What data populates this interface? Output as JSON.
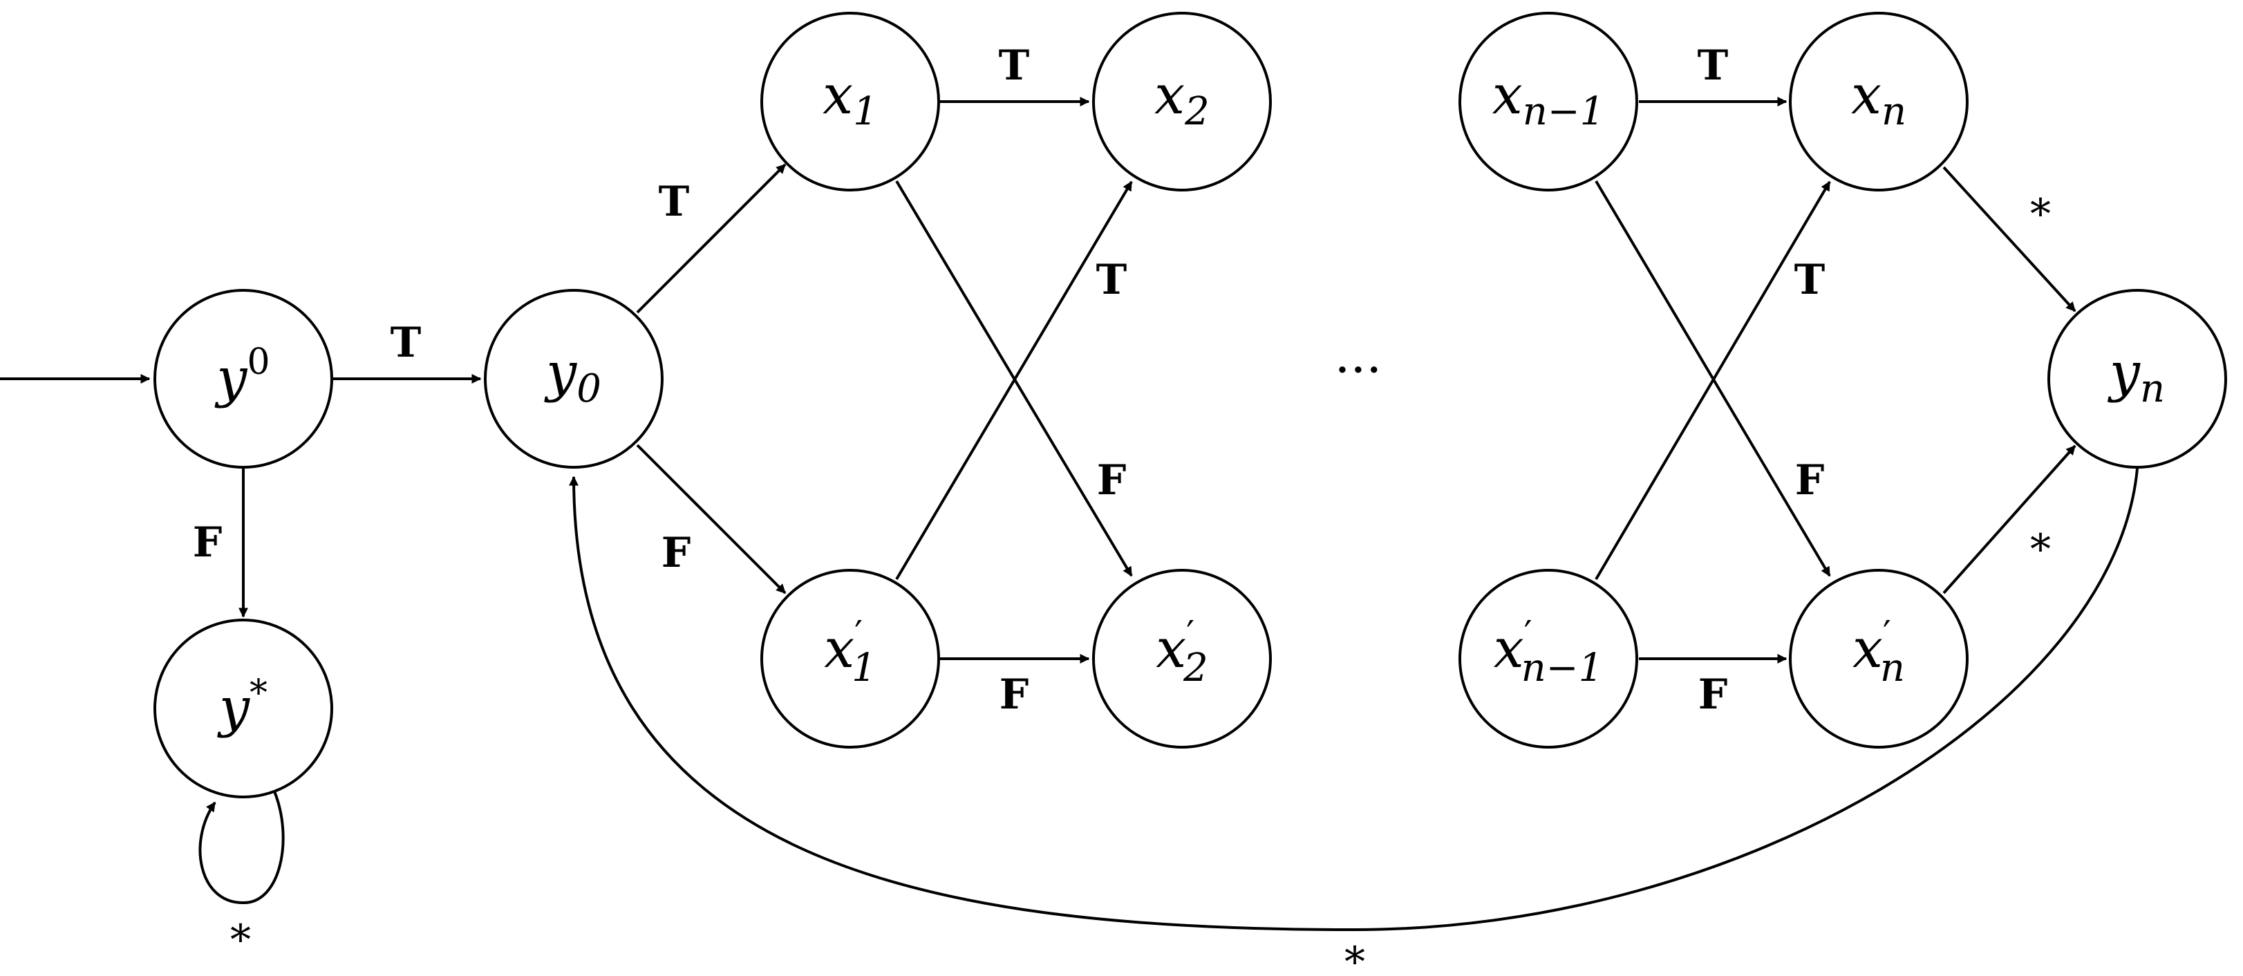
{
  "nodes": {
    "y0sup": {
      "base": "y",
      "sup": "0",
      "sub": "",
      "prime": ""
    },
    "ystar": {
      "base": "y",
      "sup": "*",
      "sub": "",
      "prime": ""
    },
    "y0": {
      "base": "y",
      "sup": "",
      "sub": "0",
      "prime": ""
    },
    "x1": {
      "base": "x",
      "sup": "",
      "sub": "1",
      "prime": ""
    },
    "x2": {
      "base": "x",
      "sup": "",
      "sub": "2",
      "prime": ""
    },
    "x1p": {
      "base": "x",
      "sup": "",
      "sub": "1",
      "prime": "′"
    },
    "x2p": {
      "base": "x",
      "sup": "",
      "sub": "2",
      "prime": "′"
    },
    "xn1": {
      "base": "x",
      "sup": "",
      "sub": "n−1",
      "prime": ""
    },
    "xn": {
      "base": "x",
      "sup": "",
      "sub": "n",
      "prime": ""
    },
    "xn1p": {
      "base": "x",
      "sup": "",
      "sub": "n−1",
      "prime": "′"
    },
    "xnp": {
      "base": "x",
      "sup": "",
      "sub": "n",
      "prime": "′"
    },
    "yn": {
      "base": "y",
      "sup": "",
      "sub": "n",
      "prime": ""
    }
  },
  "edges": {
    "y0sup_y0": "T",
    "y0sup_ystar": "F",
    "ystar_loop": "*",
    "y0_x1": "T",
    "y0_x1p": "F",
    "x1_x2": "T",
    "x1p_x2": "T",
    "x1_x2p": "F",
    "x1p_x2p": "F",
    "xn1_xn": "T",
    "xn1p_xn": "T",
    "xn1_xnp": "F",
    "xn1p_xnp": "F",
    "xn_yn": "*",
    "xnp_yn": "*",
    "yn_y0": "*"
  },
  "ellipsis": "···"
}
